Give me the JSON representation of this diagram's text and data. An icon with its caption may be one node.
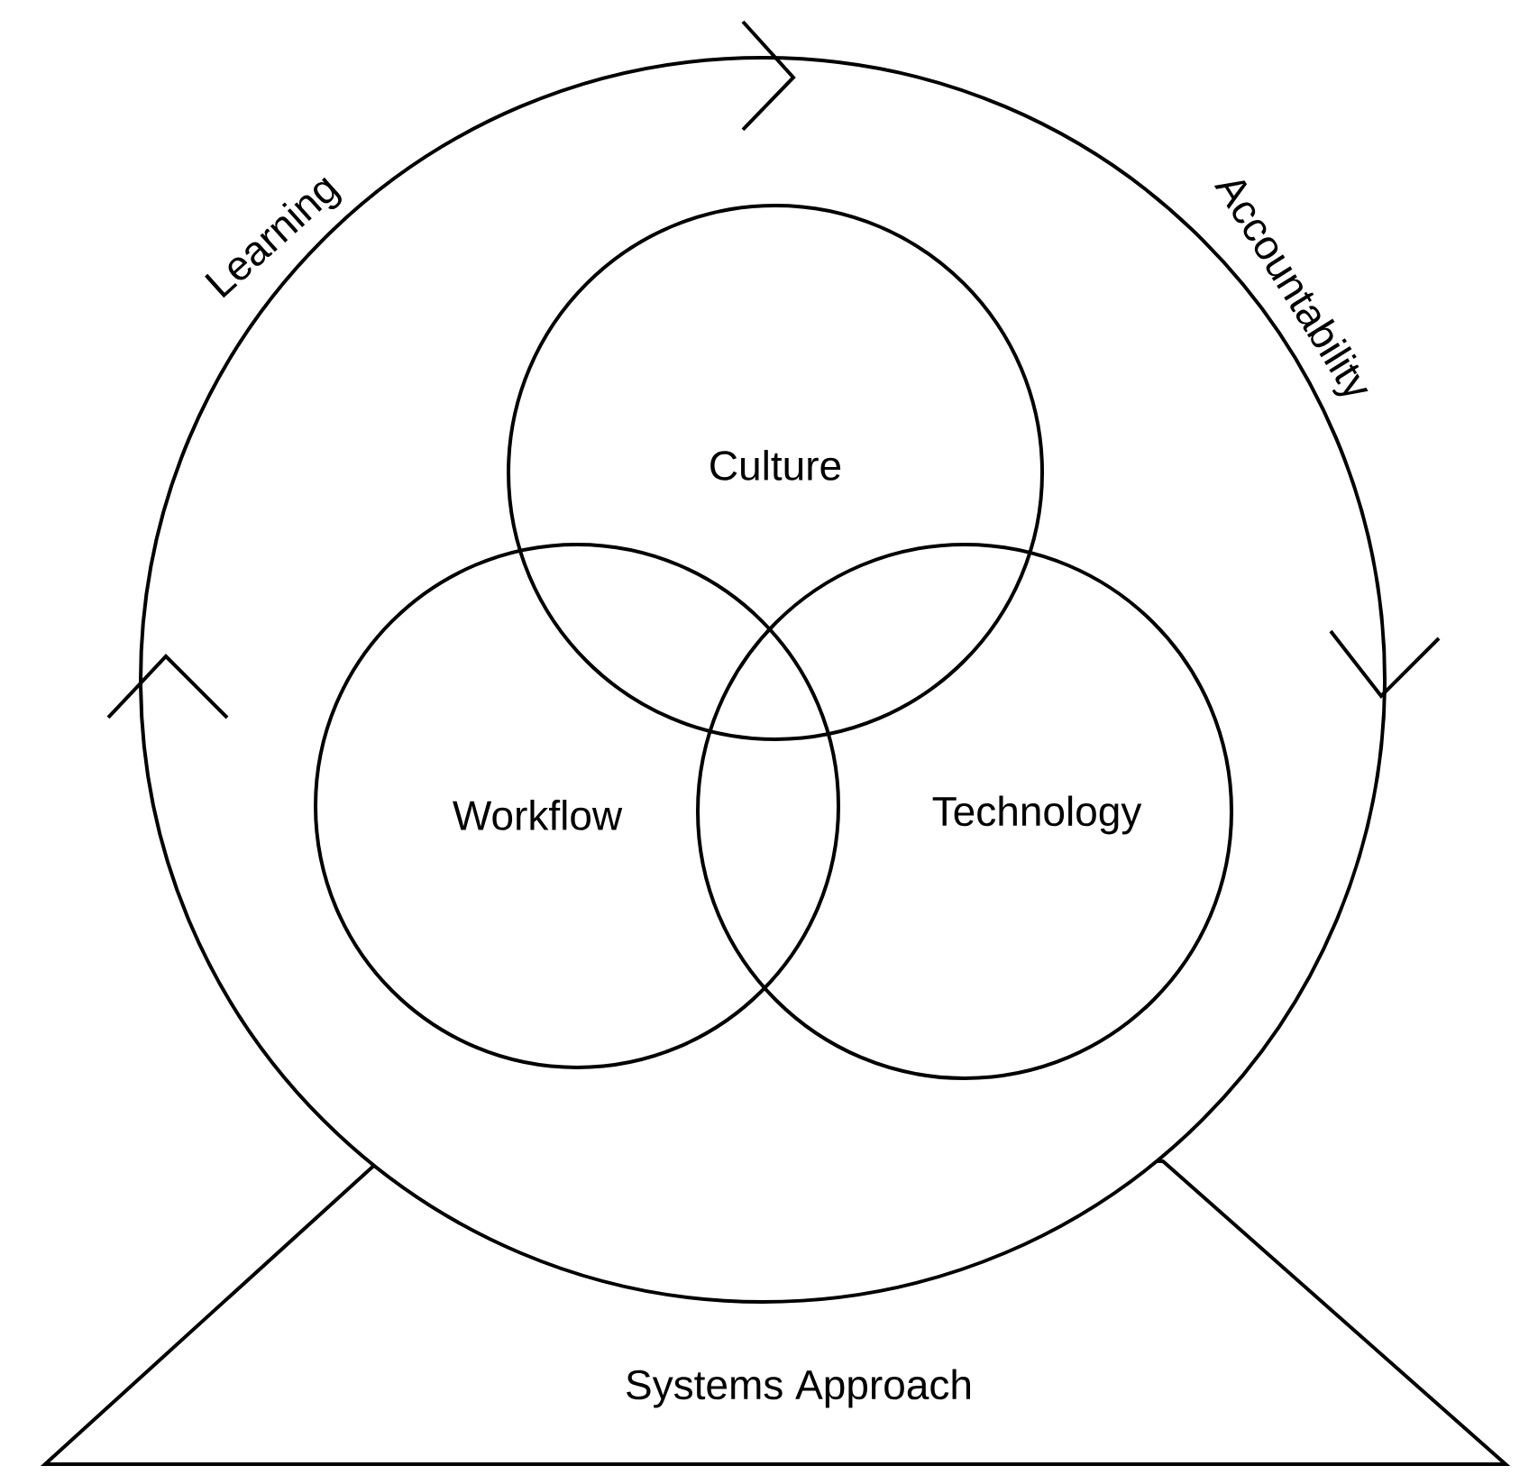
{
  "diagram": {
    "nodes": [
      {
        "text": [],
        "shape": "circle"
      },
      {
        "text": [
          "Culture"
        ],
        "in": 0
      },
      {
        "text": [
          "Workflow"
        ],
        "in": 0
      },
      {
        "text": [
          "Technology"
        ],
        "in": 0
      },
      {
        "text": [
          "Systems Approach"
        ]
      }
    ],
    "labels": [
      "Learning",
      "Accountability"
    ]
  }
}
